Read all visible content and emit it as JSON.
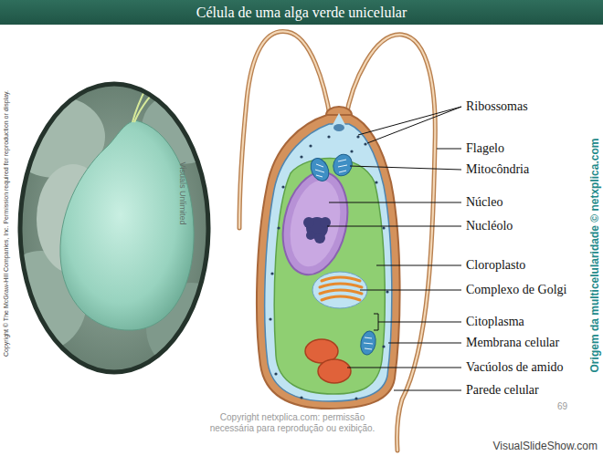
{
  "diagram": {
    "title": "Célula de uma alga verde unicelular",
    "labels": [
      "Copyright © The McGraw-Hill Companies, Inc. Permission required for reproduction or display.",
      "Visuals Unlimited",
      "Ribossomas",
      "Flagelo",
      "Mitocôndria",
      "Núcleo",
      "Nucléolo",
      "Cloroplasto",
      "Complexo de Golgi",
      "Citoplasma",
      "Membrana celular",
      "Vacúolos de amido",
      "Parede celular",
      "Origem da multicelularidade © netxplica.com",
      "Copyright netxplica.com: permissão necessária para reprodução ou exibição.",
      "69",
      "VisualSlideShow.com"
    ]
  }
}
